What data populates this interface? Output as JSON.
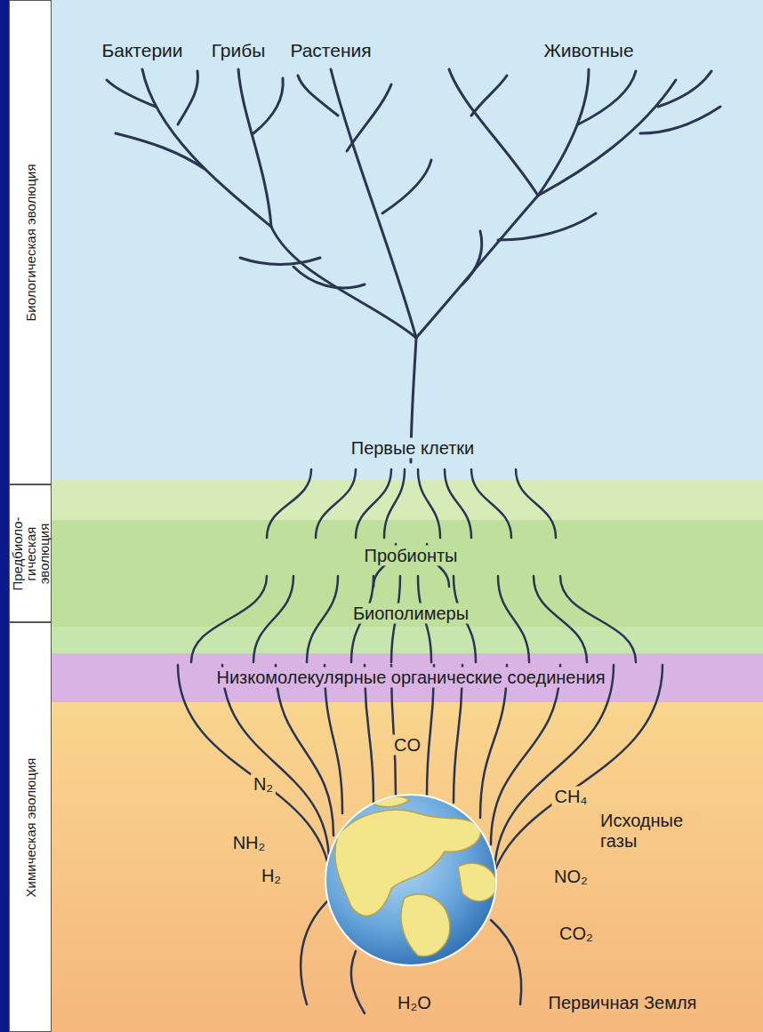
{
  "diagram": {
    "nodes": [
      {
        "text": [
          "Биологическая эволюция"
        ]
      },
      {
        "text": [
          "Предбиоло- гическая эволюция"
        ]
      },
      {
        "text": [
          "Химическая эволюция"
        ]
      }
    ],
    "labels": [
      "Бактерии",
      "Грибы",
      "Растения",
      "Животные",
      "Первые клетки",
      "Пробионты",
      "Биополимеры",
      "Низкомолекулярные органические соединения",
      "CO",
      "N₂",
      "CH₄",
      "NH₂",
      "Исходные газы",
      "H₂",
      "NO₂",
      "CO₂",
      "H₂O",
      "Первичная Земля"
    ]
  }
}
